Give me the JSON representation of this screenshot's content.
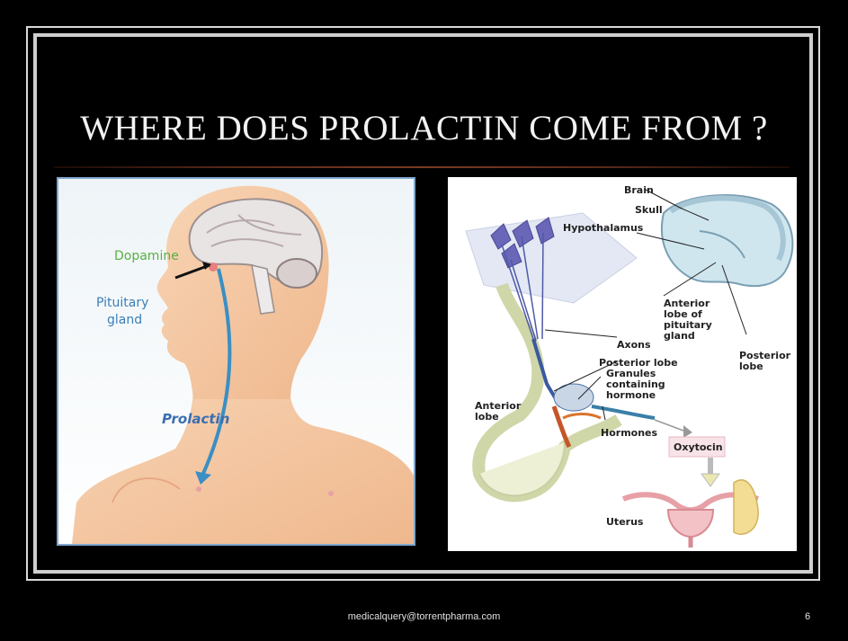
{
  "slide": {
    "title": "WHERE DOES PROLACTIN COME FROM ?",
    "footer_email": "medicalquery@torrentpharma.com",
    "page_number": "6"
  },
  "left_figure": {
    "labels": {
      "dopamine": "Dopamine",
      "pituitary_1": "Pituitary",
      "pituitary_2": "gland",
      "prolactin": "Prolactin"
    }
  },
  "right_figure": {
    "labels": {
      "brain": "Brain",
      "skull": "Skull",
      "hypothalamus": "Hypothalamus",
      "anterior_pit_1": "Anterior",
      "anterior_pit_2": "lobe of",
      "anterior_pit_3": "pituitary",
      "anterior_pit_4": "gland",
      "axons": "Axons",
      "posterior_lobe_1": "Posterior",
      "posterior_lobe_2": "lobe",
      "posterior_lobe_mid": "Posterior lobe",
      "granules_1": "Granules",
      "granules_2": "containing",
      "granules_3": "hormone",
      "anterior_lobe_1": "Anterior",
      "anterior_lobe_2": "lobe",
      "hormones": "Hormones",
      "oxytocin": "Oxytocin",
      "uterus": "Uterus"
    }
  },
  "colors": {
    "background": "#000000",
    "title_text": "#f2f2f2",
    "dopamine_label": "#57b043",
    "pituitary_label": "#3a7fb8",
    "prolactin_label": "#3a6fb0",
    "skin": "#f4c7a1"
  }
}
